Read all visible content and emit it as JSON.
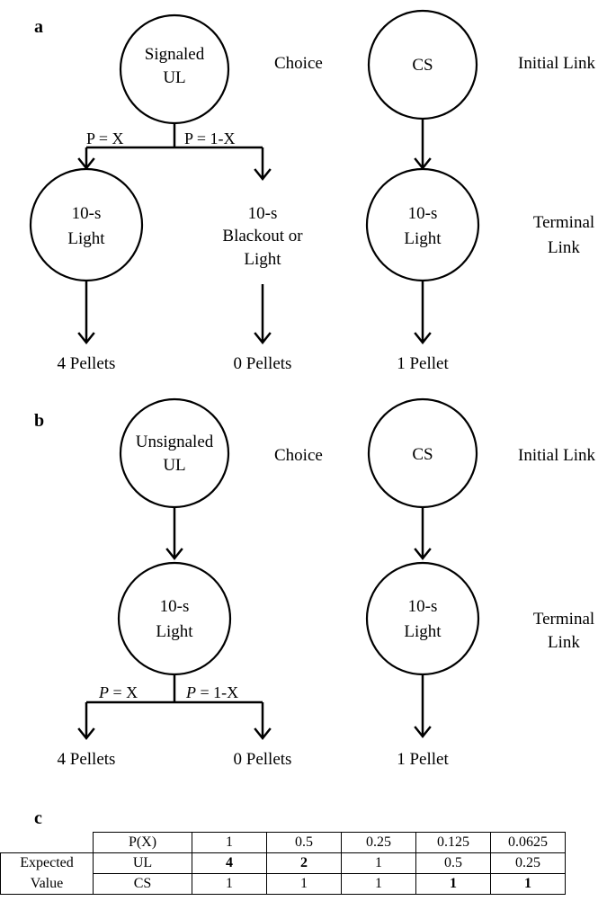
{
  "panel_a": {
    "label": "a",
    "left": {
      "node_line1": "Signaled",
      "node_line2": "UL",
      "branch_left_prob": "P = X",
      "branch_right_prob": "P = 1-X",
      "terminal_left_line1": "10-s",
      "terminal_left_line2": "Light",
      "terminal_right_line1": "10-s",
      "terminal_right_line2": "Blackout or",
      "terminal_right_line3": "Light",
      "outcome_left": "4 Pellets",
      "outcome_right": "0 Pellets"
    },
    "choice_label": "Choice",
    "right": {
      "node_line1": "CS",
      "terminal_line1": "10-s",
      "terminal_line2": "Light",
      "outcome": "1 Pellet"
    },
    "initial_link_label": "Initial Link",
    "terminal_link_line1": "Terminal",
    "terminal_link_line2": "Link"
  },
  "panel_b": {
    "label": "b",
    "left": {
      "node_line1": "Unsignaled",
      "node_line2": "UL",
      "terminal_line1": "10-s",
      "terminal_line2": "Light",
      "branch_left_var": "P",
      "branch_left_rest": " = X",
      "branch_right_var": "P",
      "branch_right_rest": " = 1-X",
      "outcome_left": "4 Pellets",
      "outcome_right": "0 Pellets"
    },
    "choice_label": "Choice",
    "right": {
      "node_line1": "CS",
      "terminal_line1": "10-s",
      "terminal_line2": "Light",
      "outcome": "1 Pellet"
    },
    "initial_link_label": "Initial Link",
    "terminal_link_line1": "Terminal",
    "terminal_link_line2": "Link"
  },
  "panel_c": {
    "label": "c",
    "header_label": "P(X)",
    "header_values": [
      "1",
      "0.5",
      "0.25",
      "0.125",
      "0.0625"
    ],
    "row_label_line1": "Expected",
    "row_label_line2": "Value",
    "rows": [
      {
        "name": "UL",
        "values": [
          "4",
          "2",
          "1",
          "0.5",
          "0.25"
        ],
        "bold": [
          true,
          true,
          false,
          false,
          false
        ]
      },
      {
        "name": "CS",
        "values": [
          "1",
          "1",
          "1",
          "1",
          "1"
        ],
        "bold": [
          false,
          false,
          false,
          true,
          true
        ]
      }
    ]
  }
}
